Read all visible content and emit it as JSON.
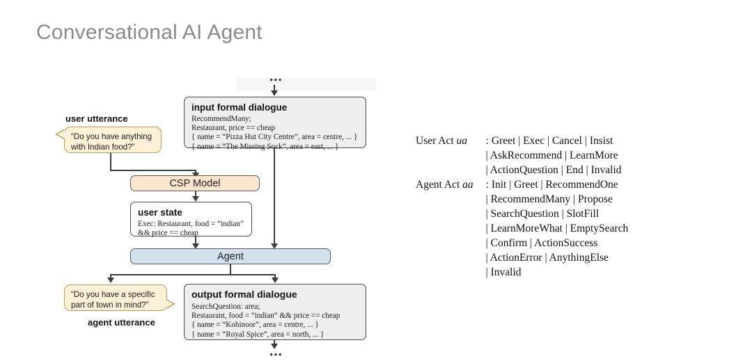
{
  "title": "Conversational AI Agent",
  "diagram": {
    "top_ellipsis": "•••",
    "bottom_ellipsis": "•••",
    "user_utterance_caption": "user utterance",
    "agent_utterance_caption": "agent utterance",
    "user_bubble_lines": [
      "“Do you have anything",
      "with Indian food?”"
    ],
    "agent_bubble_lines": [
      "“Do you have a specific",
      "part of town in mind?”"
    ],
    "input_box": {
      "heading": "input formal dialogue",
      "lines": [
        "RecommendMany;",
        "Restaurant, price == cheap",
        "{ name = “Pizza Hut City Centre”, area = centre, ... }",
        "{ name = “The Missing Sock”, area = east, ... }"
      ]
    },
    "csp_model": {
      "label": "CSP Model",
      "fill": "#fbe5cd"
    },
    "user_state": {
      "heading": "user state",
      "lines": [
        "Exec: Restaurant, food = “indian”",
        "&& price == cheap"
      ]
    },
    "agent": {
      "label": "Agent",
      "fill": "#d3e1ef"
    },
    "output_box": {
      "heading": "output formal dialogue",
      "lines": [
        "SearchQuestion: area;",
        "Restaurant, food = “indian” && price == cheap",
        "{ name = “Kohinoor”, area = centre, ... }",
        "{ name = “Royal Spice”, area = north, ... }"
      ]
    }
  },
  "grammar": {
    "rows": [
      {
        "label_text": "User Act ",
        "label_var": "ua",
        "lines": [
          ": Greet  |  Exec  |  Cancel  |  Insist",
          "|  AskRecommend  |  LearnMore",
          "|  ActionQuestion  |  End  |  Invalid"
        ]
      },
      {
        "label_text": "Agent Act ",
        "label_var": "aa",
        "lines": [
          ": Init  |  Greet  |  RecommendOne",
          "|  RecommendMany  |  Propose",
          "|  SearchQuestion  |  SlotFill",
          "|  LearnMoreWhat  |  EmptySearch",
          "|  Confirm  |  ActionSuccess",
          "|  ActionError  |  AnythingElse",
          "|  Invalid"
        ]
      }
    ]
  }
}
